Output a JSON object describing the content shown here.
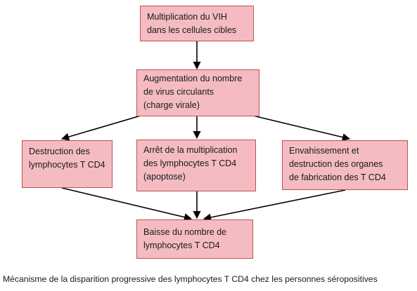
{
  "diagram": {
    "boxes": [
      {
        "id": "multiplication",
        "lines": [
          "Multiplication du VIH",
          "dans les cellules cibles"
        ]
      },
      {
        "id": "augmentation",
        "lines": [
          "Augmentation du nombre",
          "de virus circulants",
          "(charge virale)"
        ]
      },
      {
        "id": "destruction",
        "lines": [
          "Destruction des",
          "lymphocytes T CD4"
        ]
      },
      {
        "id": "arret",
        "lines": [
          "Arrêt de la multiplication",
          "des lymphocytes T CD4",
          "(apoptose)"
        ]
      },
      {
        "id": "envahissement",
        "lines": [
          "Envahissement et",
          "destruction des organes",
          "de fabrication des T CD4"
        ]
      },
      {
        "id": "baisse",
        "lines": [
          "Baisse du nombre de",
          "lymphocytes T CD4"
        ]
      }
    ],
    "caption": "Mécanisme de la disparition progressive des lymphocytes T CD4 chez les personnes séropositives",
    "colors": {
      "box_fill": "#f4bcc2",
      "box_border": "#c0504d",
      "arrow": "#000000"
    }
  }
}
